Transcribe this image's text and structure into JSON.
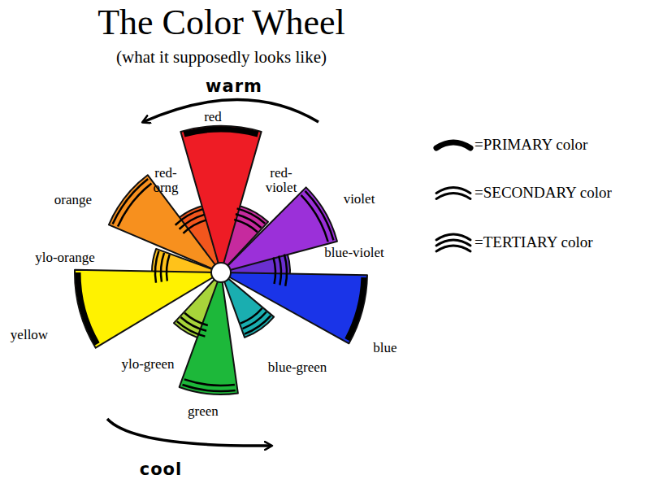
{
  "diagram": {
    "title": "The Color Wheel",
    "caption": "(what it supposedly looks like)",
    "labels": [
      "warm",
      "red",
      "red-orng",
      "red-violet",
      "orange",
      "violet",
      "ylo-orange",
      "blue-violet",
      "yellow",
      "ylo-green",
      "blue",
      "blue-green",
      "green",
      "cool"
    ],
    "legend": [
      {
        "text": "=PRIMARY color"
      },
      {
        "text": "=SECONDARY color"
      },
      {
        "text": "=TERTIARY color"
      }
    ]
  }
}
